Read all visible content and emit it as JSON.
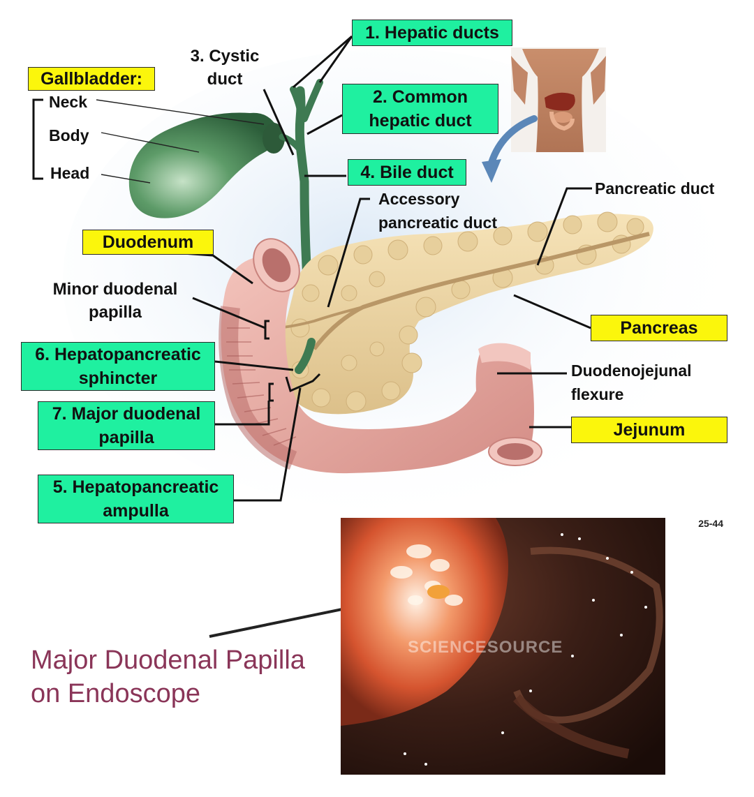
{
  "labels": {
    "hepatic_ducts": "1. Hepatic ducts",
    "common_hepatic_duct_1": "2. Common",
    "common_hepatic_duct_2": "hepatic duct",
    "cystic_duct_1": "3. Cystic",
    "cystic_duct_2": "duct",
    "bile_duct": "4. Bile duct",
    "ampulla_1": "5. Hepatopancreatic",
    "ampulla_2": "ampulla",
    "sphincter_1": "6. Hepatopancreatic",
    "sphincter_2": "sphincter",
    "major_papilla_1": "7. Major duodenal",
    "major_papilla_2": "papilla",
    "gallbladder": "Gallbladder:",
    "neck": "Neck",
    "body": "Body",
    "head": "Head",
    "duodenum": "Duodenum",
    "minor_papilla_1": "Minor duodenal",
    "minor_papilla_2": "papilla",
    "accessory_duct_1": "Accessory",
    "accessory_duct_2": "pancreatic duct",
    "pancreatic_duct": "Pancreatic duct",
    "pancreas": "Pancreas",
    "duodenojejunal_1": "Duodenojejunal",
    "duodenojejunal_2": "flexure",
    "jejunum": "Jejunum"
  },
  "figure_number": "25-44",
  "caption": {
    "line1": "Major Duodenal Papilla",
    "line2": "on Endoscope"
  },
  "watermark": "SCIENCESOURCE",
  "colors": {
    "green_label": "#1ff0a0",
    "yellow_label": "#fbf60c",
    "caption_text": "#8a3558",
    "gallbladder": "#4f8a5b",
    "pancreas": "#f0d9a8",
    "duodenum": "#e9a8a0"
  }
}
